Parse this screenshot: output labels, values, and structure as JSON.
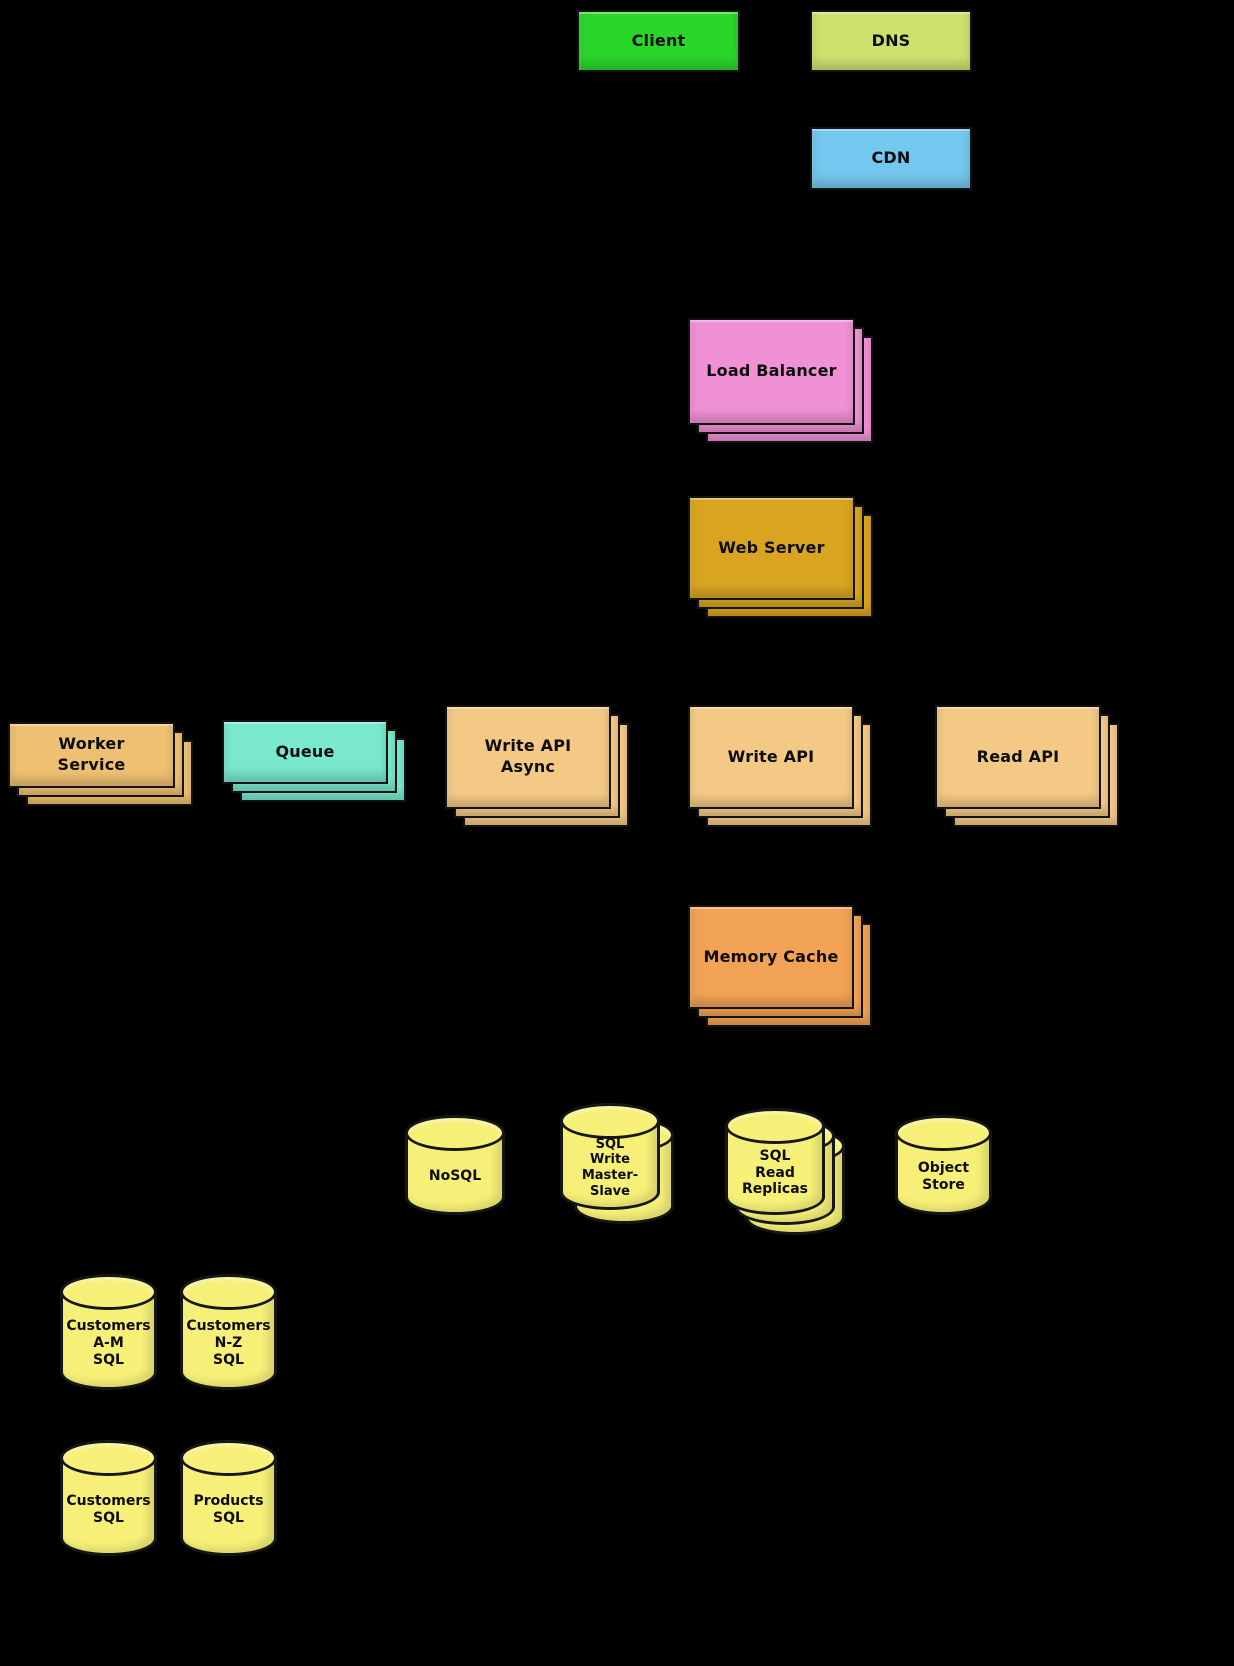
{
  "canvas": {
    "background": "#000000"
  },
  "nodes": {
    "client": {
      "label": "Client",
      "color": "#2bd62b"
    },
    "dns": {
      "label": "DNS",
      "color": "#d0e06e"
    },
    "cdn": {
      "label": "CDN",
      "color": "#74c7ee"
    },
    "load_balancer": {
      "label": "Load Balancer",
      "color": "#ef91d4"
    },
    "web_server": {
      "label": "Web Server",
      "color": "#d9a520"
    },
    "worker_service": {
      "label": "Worker\nService",
      "color": "#eec072"
    },
    "queue": {
      "label": "Queue",
      "color": "#79e8cd"
    },
    "write_api_async": {
      "label": "Write API\nAsync",
      "color": "#f3c985"
    },
    "write_api": {
      "label": "Write API",
      "color": "#f3c985"
    },
    "read_api": {
      "label": "Read API",
      "color": "#f3c985"
    },
    "memory_cache": {
      "label": "Memory Cache",
      "color": "#f2a254"
    },
    "nosql": {
      "label": "NoSQL",
      "color": "#f6f078"
    },
    "sql_write_master_slave": {
      "label": "SQL\nWrite\nMaster-\nSlave",
      "color": "#f6f078"
    },
    "sql_read_replicas": {
      "label": "SQL\nRead\nReplicas",
      "color": "#f6f078"
    },
    "object_store": {
      "label": "Object\nStore",
      "color": "#f6f078"
    },
    "customers_am_sql": {
      "label": "Customers\nA-M\nSQL",
      "color": "#f6f078"
    },
    "customers_nz_sql": {
      "label": "Customers\nN-Z\nSQL",
      "color": "#f6f078"
    },
    "customers_sql": {
      "label": "Customers\nSQL",
      "color": "#f6f078"
    },
    "products_sql": {
      "label": "Products\nSQL",
      "color": "#f6f078"
    }
  }
}
